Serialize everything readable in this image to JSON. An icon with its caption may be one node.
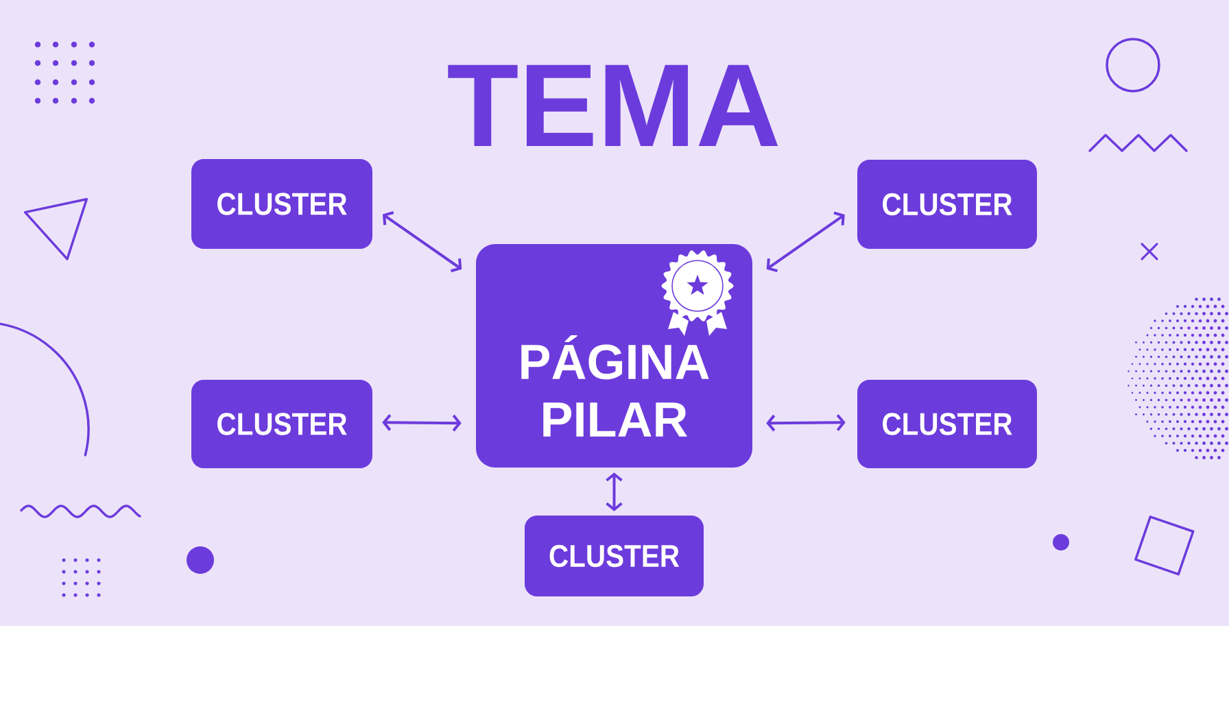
{
  "diagram": {
    "title": "TEMA",
    "nodes": [
      {
        "text": [],
        "shape": "circle"
      },
      {
        "text": [
          "CLUSTER"
        ]
      },
      {
        "text": [
          "CLUSTER"
        ]
      },
      {
        "text": [],
        "shape": "triangle"
      },
      {
        "text": [
          "PÁGINA PILAR"
        ]
      },
      {
        "text": [
          "CLUSTER"
        ]
      },
      {
        "text": [
          "CLUSTER"
        ]
      },
      {
        "text": [
          "CLUSTER"
        ]
      },
      {
        "text": [],
        "shape": "box"
      }
    ],
    "edges": [
      {
        "from": 4,
        "to": 1,
        "arrow": "both"
      },
      {
        "from": 4,
        "to": 2,
        "arrow": "both"
      },
      {
        "from": 4,
        "to": 5,
        "arrow": "both"
      },
      {
        "from": 4,
        "to": 6,
        "arrow": "both"
      },
      {
        "from": 4,
        "to": 7,
        "arrow": "both"
      }
    ]
  }
}
